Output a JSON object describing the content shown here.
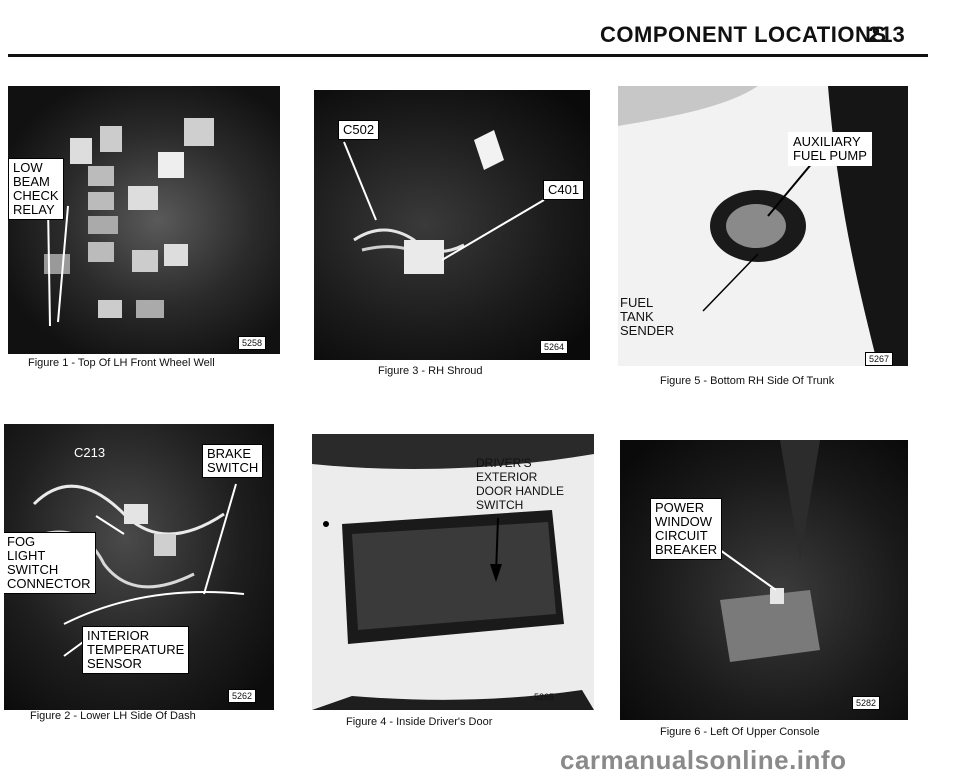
{
  "header": {
    "title": "COMPONENT LOCATIONS",
    "page_number": "213"
  },
  "figures": [
    {
      "caption": "Figure 1 - Top Of LH Front Wheel Well",
      "id_number": "5258",
      "labels": [
        "LOW\nBEAM\nCHECK\nRELAY"
      ]
    },
    {
      "caption": "Figure 2 - Lower LH Side Of Dash",
      "id_number": "5262",
      "labels": [
        "C213",
        "BRAKE\nSWITCH",
        "FOG\nLIGHT\nSWITCH\nCONNECTOR",
        "INTERIOR\nTEMPERATURE\nSENSOR"
      ]
    },
    {
      "caption": "Figure 3 - RH Shroud",
      "id_number": "5264",
      "labels": [
        "C502",
        "C401"
      ]
    },
    {
      "caption": "Figure 4 - Inside Driver's Door",
      "id_number": "5265",
      "labels": [
        "DRIVER'S\nEXTERIOR\nDOOR HANDLE\nSWITCH"
      ]
    },
    {
      "caption": "Figure 5 - Bottom RH Side Of Trunk",
      "id_number": "5267",
      "labels": [
        "AUXILIARY\nFUEL PUMP",
        "FUEL\nTANK\nSENDER"
      ]
    },
    {
      "caption": "Figure 6 - Left Of Upper Console",
      "id_number": "5282",
      "labels": [
        "POWER\nWINDOW\nCIRCUIT\nBREAKER"
      ]
    }
  ],
  "watermark": "carmanualsonline.info"
}
